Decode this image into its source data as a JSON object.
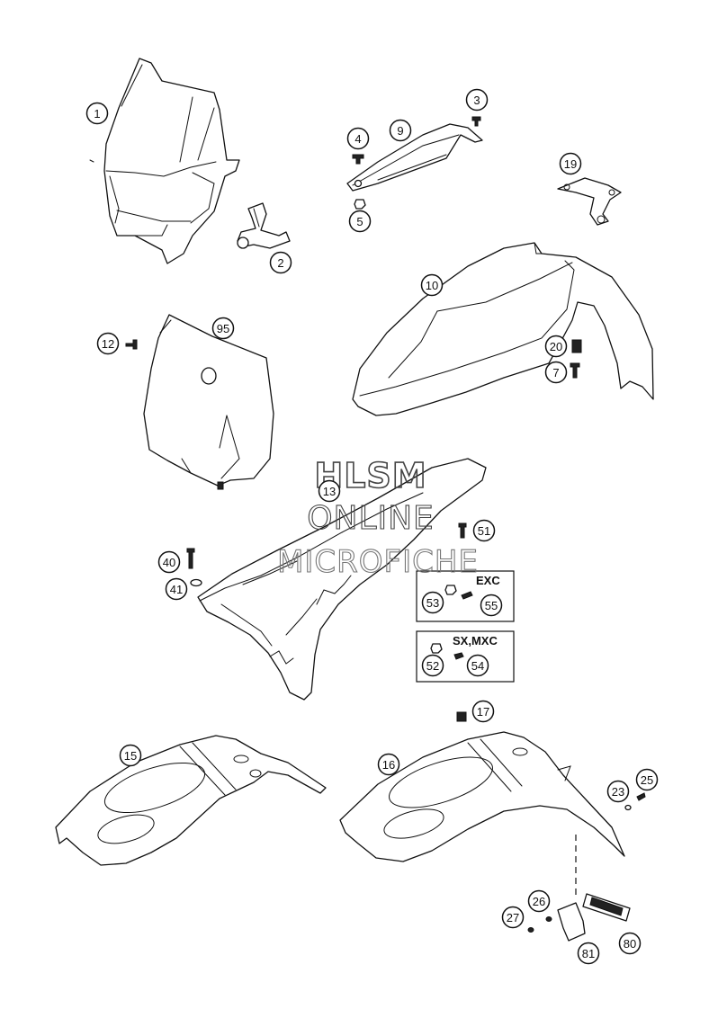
{
  "callouts": [
    {
      "id": "callout-1",
      "label": "1"
    },
    {
      "id": "callout-2",
      "label": "2"
    },
    {
      "id": "callout-3",
      "label": "3"
    },
    {
      "id": "callout-4",
      "label": "4"
    },
    {
      "id": "callout-5",
      "label": "5"
    },
    {
      "id": "callout-9",
      "label": "9"
    },
    {
      "id": "callout-19",
      "label": "19"
    },
    {
      "id": "callout-10",
      "label": "10"
    },
    {
      "id": "callout-12",
      "label": "12"
    },
    {
      "id": "callout-95",
      "label": "95"
    },
    {
      "id": "callout-20",
      "label": "20"
    },
    {
      "id": "callout-7",
      "label": "7"
    },
    {
      "id": "callout-13",
      "label": "13"
    },
    {
      "id": "callout-51",
      "label": "51"
    },
    {
      "id": "callout-40",
      "label": "40"
    },
    {
      "id": "callout-41",
      "label": "41"
    },
    {
      "id": "callout-53",
      "label": "53"
    },
    {
      "id": "callout-55",
      "label": "55"
    },
    {
      "id": "callout-52",
      "label": "52"
    },
    {
      "id": "callout-54",
      "label": "54"
    },
    {
      "id": "callout-17",
      "label": "17"
    },
    {
      "id": "callout-15",
      "label": "15"
    },
    {
      "id": "callout-16",
      "label": "16"
    },
    {
      "id": "callout-23",
      "label": "23"
    },
    {
      "id": "callout-25",
      "label": "25"
    },
    {
      "id": "callout-26",
      "label": "26"
    },
    {
      "id": "callout-27",
      "label": "27"
    },
    {
      "id": "callout-80",
      "label": "80"
    },
    {
      "id": "callout-81",
      "label": "81"
    }
  ],
  "variant_boxes": {
    "exc": "EXC",
    "sx_mxc": "SX,MXC"
  },
  "watermark": {
    "line1": "HLSM",
    "line2": "ONLINE",
    "line3": "MICROFICHE"
  }
}
